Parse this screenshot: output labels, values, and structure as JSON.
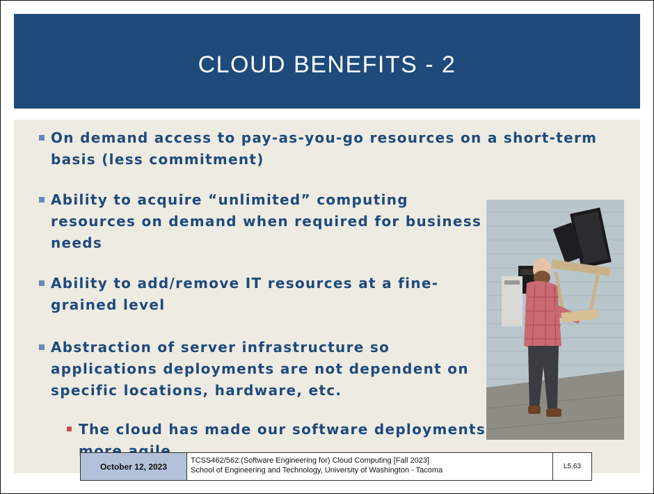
{
  "slide": {
    "title": "CLOUD BENEFITS - 2",
    "bullets": [
      "On demand access to pay-as-you-go resources on a short-term basis (less commitment)",
      "Ability to acquire “unlimited” computing resources on demand when required for business needs",
      "Ability to add/remove IT resources at a fine-grained level",
      "Abstraction of server infrastructure so applications deployments are not dependent on specific locations, hardware, etc."
    ],
    "sub_bullets": [
      "The cloud has made our software deployments more agile…"
    ]
  },
  "footer": {
    "date": "October 12, 2023",
    "course_line1": "TCSS462/562:(Software Engineering for) Cloud Computing [Fall 2023]",
    "course_line2": "School of Engineering and Technology, University of Washington - Tacoma",
    "slide_number": "L5.63"
  },
  "colors": {
    "title_bar": "#1e4a7c",
    "content_bg": "#eeebe2",
    "bullet_text": "#1e4a7c",
    "bullet_marker": "#6a89b8",
    "sub_bullet_marker": "#c0504d",
    "footer_date_bg": "#b3c2da"
  }
}
